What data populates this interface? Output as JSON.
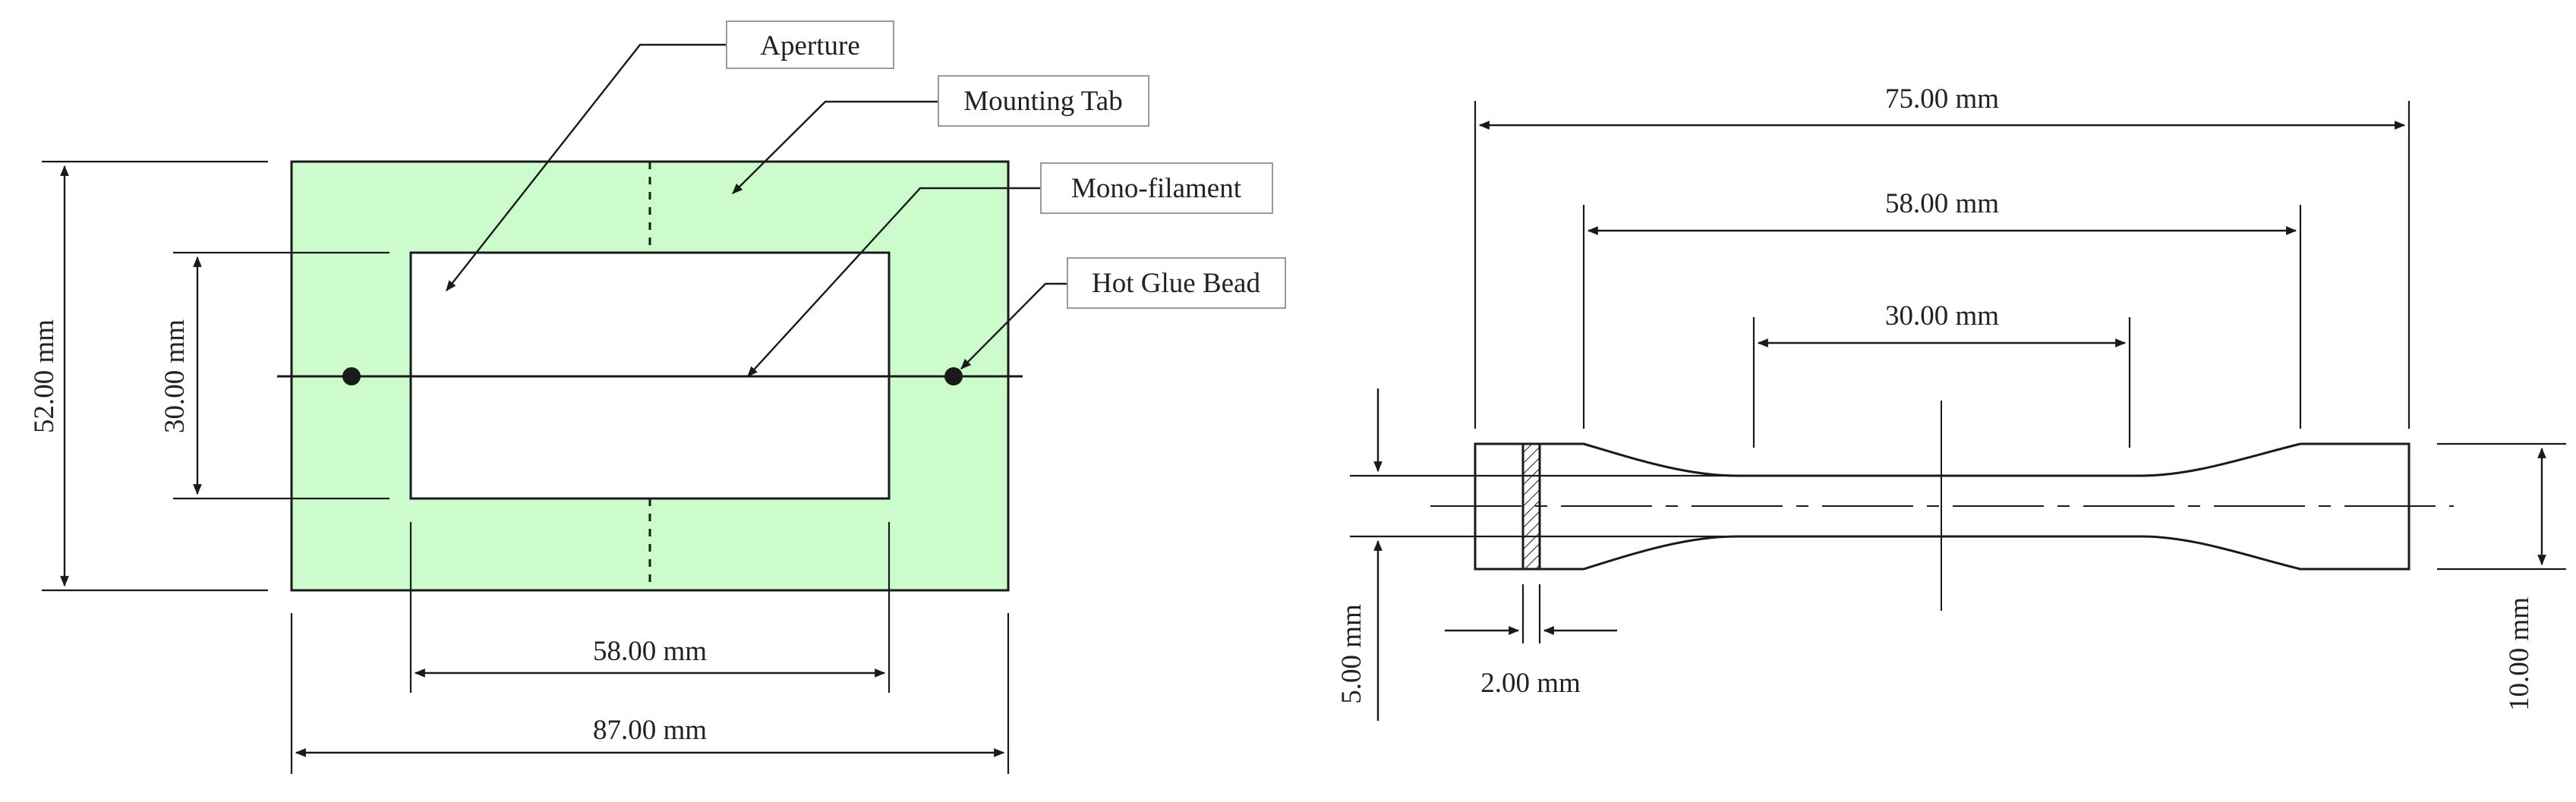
{
  "left_view": {
    "callouts": {
      "aperture": "Aperture",
      "mounting_tab": "Mounting Tab",
      "mono_filament": "Mono-filament",
      "hot_glue_bead": "Hot Glue Bead"
    },
    "dimensions": {
      "tab_height": "52.00 mm",
      "aperture_height": "30.00 mm",
      "aperture_width": "58.00 mm",
      "tab_width": "87.00 mm"
    },
    "colors": {
      "tab_fill": "#ccfccc"
    }
  },
  "right_view": {
    "dimensions": {
      "overall_length": "75.00 mm",
      "grip_span": "58.00 mm",
      "gauge_length": "30.00 mm",
      "gauge_width": "5.00 mm",
      "hatch_width": "2.00 mm",
      "end_width": "10.00 mm"
    }
  }
}
